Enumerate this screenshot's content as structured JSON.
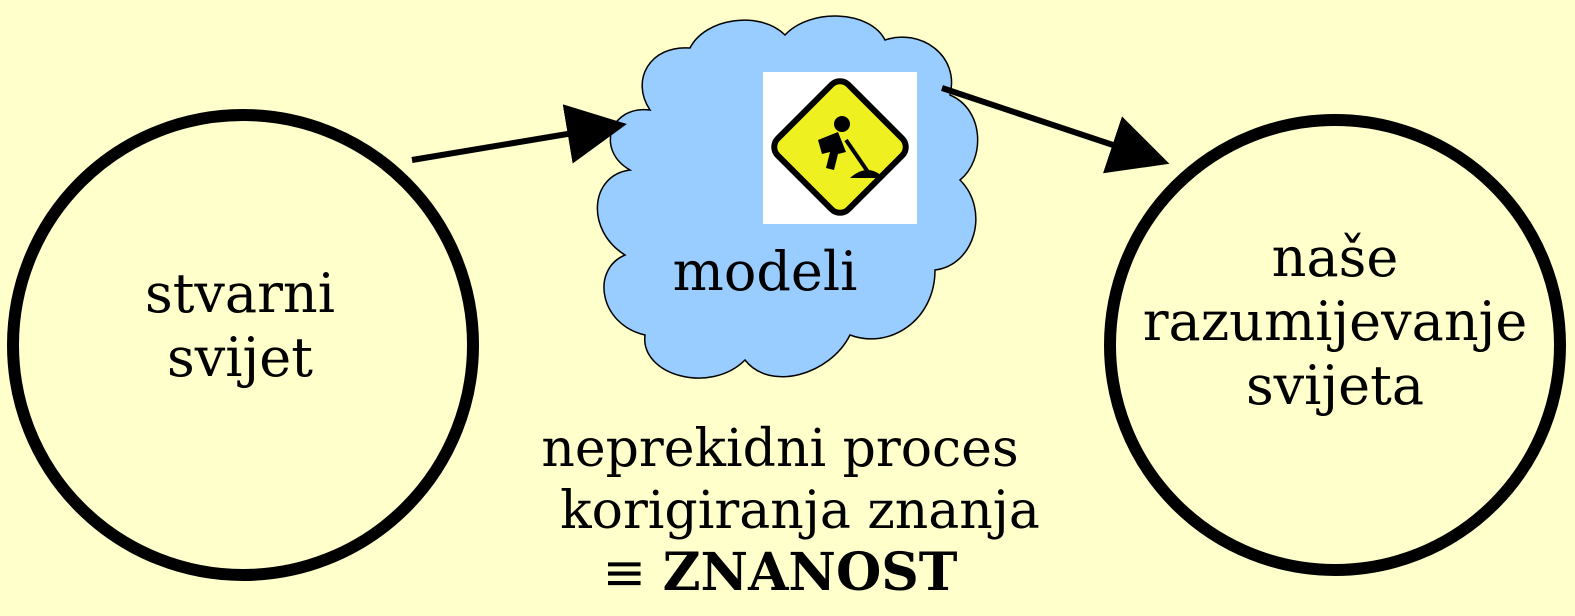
{
  "nodes": {
    "real_world": [
      "stvarni",
      "svijet"
    ],
    "models": "modeli",
    "understanding": [
      "naše",
      "razumijevanje",
      "svijeta"
    ]
  },
  "process": {
    "line1": "neprekidni proces",
    "line2": "korigiranja znanja",
    "line3_symbol": "≡",
    "line3_word": "ZNANOST"
  },
  "icons": {
    "models_sign": "worker-digging-sign-icon"
  },
  "colors": {
    "background": "#ffffcc",
    "cloud": "#99ccff",
    "sign_yellow": "#eef020"
  }
}
